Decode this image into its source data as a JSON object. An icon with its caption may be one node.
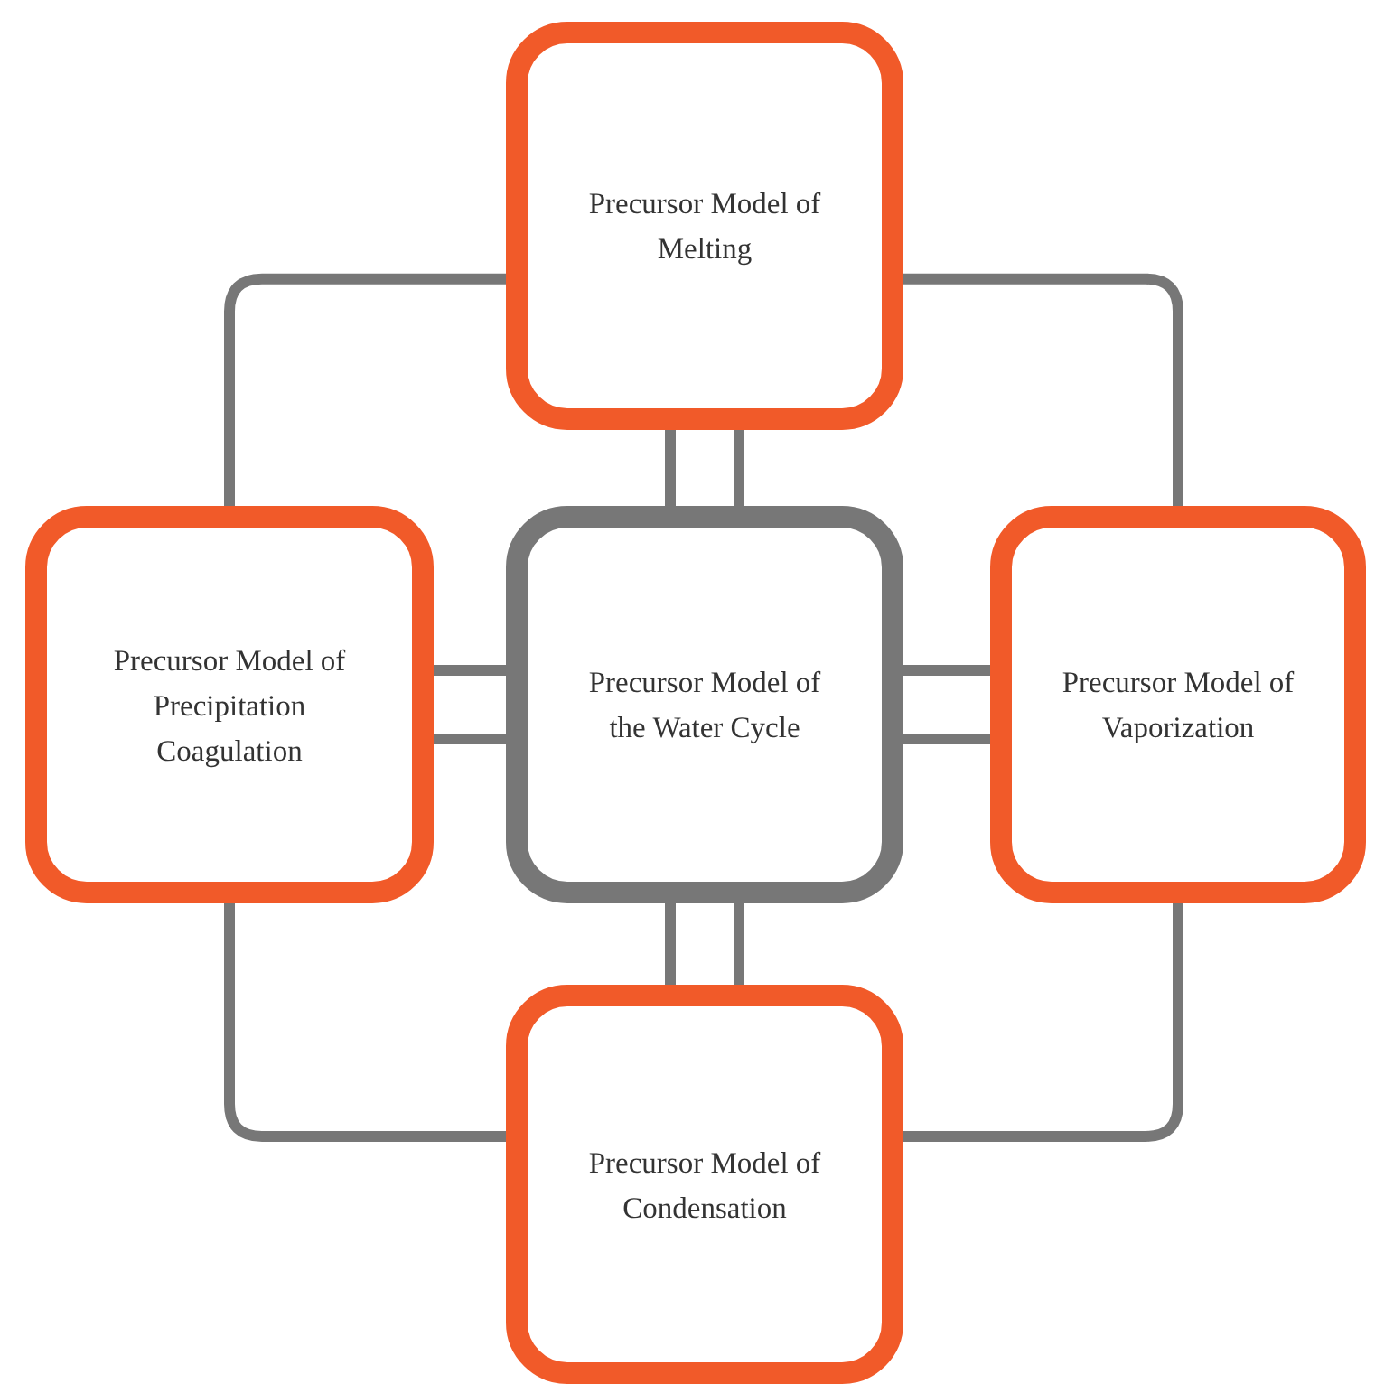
{
  "diagram": {
    "nodes": [
      {
        "text": [
          "Precursor Model of the Water Cycle"
        ]
      },
      {
        "text": [
          "Precursor Model of Melting"
        ]
      },
      {
        "text": [
          "Precursor Model of Vaporization"
        ]
      },
      {
        "text": [
          "Precursor Model of Condensation"
        ]
      },
      {
        "text": [
          "Precursor Model of Precipitation Coagulation"
        ]
      }
    ],
    "edges": [
      {
        "from": 0,
        "to": 1,
        "arrow": "none"
      },
      {
        "from": 0,
        "to": 2,
        "arrow": "none"
      },
      {
        "from": 0,
        "to": 3,
        "arrow": "none"
      },
      {
        "from": 0,
        "to": 4,
        "arrow": "none"
      },
      {
        "from": 1,
        "to": 2,
        "arrow": "none"
      },
      {
        "from": 2,
        "to": 3,
        "arrow": "none"
      },
      {
        "from": 3,
        "to": 4,
        "arrow": "none"
      },
      {
        "from": 4,
        "to": 1,
        "arrow": "none"
      }
    ]
  }
}
